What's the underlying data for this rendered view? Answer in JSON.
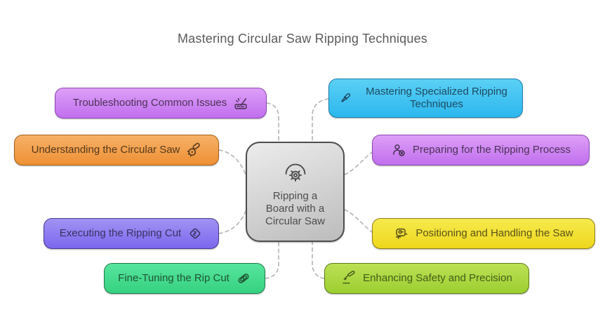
{
  "title": {
    "text": "Mastering Circular Saw Ripping Techniques",
    "color": "#5a5a5a"
  },
  "canvas": {
    "background": "#ffffff",
    "connector": "#b3b3b3"
  },
  "center": {
    "label": "Ripping a Board with a Circular Saw",
    "icon": "circular-saw-blade-icon",
    "colors": {
      "bg_top": "#ececec",
      "bg_bottom": "#bcbcbc",
      "border": "#4d4d4d",
      "text": "#4d4d4d"
    }
  },
  "nodes": [
    {
      "label": "Troubleshooting Common Issues",
      "icon": "kickback-spark-icon",
      "side": "left",
      "colors": {
        "bg_top": "#dd9ff7",
        "bg_bottom": "#c16fee",
        "border": "#8a44ae",
        "text": "#4c3257"
      }
    },
    {
      "label": "Understanding the Circular Saw",
      "icon": "circular-saw-tool-icon",
      "side": "left",
      "colors": {
        "bg_top": "#f6b168",
        "bg_bottom": "#ee9034",
        "border": "#a05e17",
        "text": "#54381b"
      }
    },
    {
      "label": "Executing the Ripping Cut",
      "icon": "blade-diamond-icon",
      "side": "left",
      "colors": {
        "bg_top": "#a093f3",
        "bg_bottom": "#7c67ee",
        "border": "#46398f",
        "text": "#38315f"
      }
    },
    {
      "label": "Fine-Tuning the Rip Cut",
      "icon": "blade-clip-icon",
      "side": "left",
      "colors": {
        "bg_top": "#57e59d",
        "bg_bottom": "#35d180",
        "border": "#1e7a49",
        "text": "#1f5434"
      }
    },
    {
      "label": "Mastering Specialized Ripping Techniques",
      "icon": "chisel-icon",
      "side": "right",
      "colors": {
        "bg_top": "#5bd0f5",
        "bg_bottom": "#2cb7ee",
        "border": "#1a7ba6",
        "text": "#1d4a60"
      }
    },
    {
      "label": "Preparing for the Ripping Process",
      "icon": "user-x-icon",
      "side": "right",
      "colors": {
        "bg_top": "#dd9ff7",
        "bg_bottom": "#c16fee",
        "border": "#8a44ae",
        "text": "#4c3257"
      }
    },
    {
      "label": "Positioning and Handling the Saw",
      "icon": "jigsaw-icon",
      "side": "right",
      "colors": {
        "bg_top": "#f6ea4d",
        "bg_bottom": "#eed71c",
        "border": "#8f7d17",
        "text": "#5a511a"
      }
    },
    {
      "label": "Enhancing Safety and Precision",
      "icon": "marking-knife-icon",
      "side": "right",
      "colors": {
        "bg_top": "#bce055",
        "bg_bottom": "#9ccf30",
        "border": "#5e7c19",
        "text": "#465c18"
      }
    }
  ]
}
